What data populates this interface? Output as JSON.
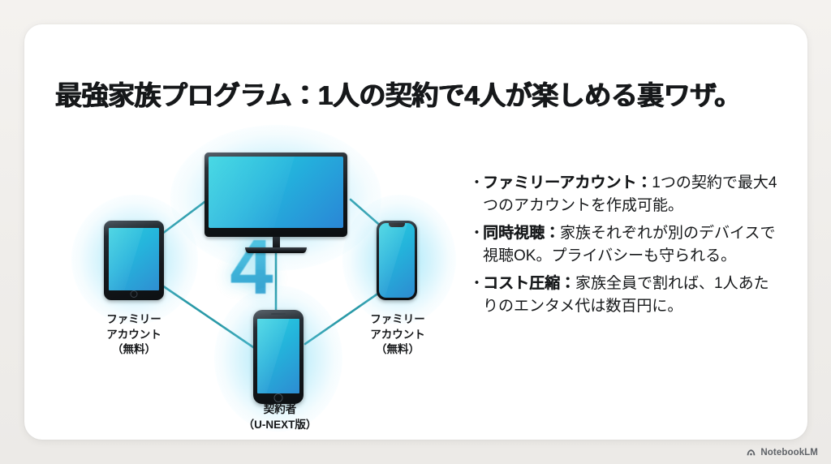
{
  "slide": {
    "title": "最強家族プログラム：1人の契約で4人が楽しめる裏ワザ。"
  },
  "diagram": {
    "center_number": "4",
    "nodes": [
      {
        "id": "tv",
        "icon": "television-icon",
        "label": ""
      },
      {
        "id": "tablet",
        "icon": "tablet-icon",
        "label": "ファミリー\nアカウント\n（無料）"
      },
      {
        "id": "phone-right",
        "icon": "smartphone-notch-icon",
        "label": "ファミリー\nアカウント\n（無料）"
      },
      {
        "id": "phone-bottom",
        "icon": "smartphone-icon",
        "label": "契約者\n（U-NEXT版）"
      }
    ],
    "line_color": "#2a9aa8",
    "glow_color": "#5ad7f5",
    "screen_gradient_from": "#1fd0de",
    "screen_gradient_to": "#2a86d6"
  },
  "bullets": [
    {
      "marker": "・",
      "lead": "ファミリーアカウント：",
      "body": "1つの契約で最大4つのアカウントを作成可能。"
    },
    {
      "marker": "・",
      "lead": "同時視聴：",
      "body": "家族それぞれが別のデバイスで視聴OK。プライバシーも守られる。"
    },
    {
      "marker": "・",
      "lead": "コスト圧縮：",
      "body": "家族全員で割れば、1人あたりのエンタメ代は数百円に。"
    }
  ],
  "watermark": {
    "icon": "notebooklm-icon",
    "label": "NotebookLM"
  }
}
